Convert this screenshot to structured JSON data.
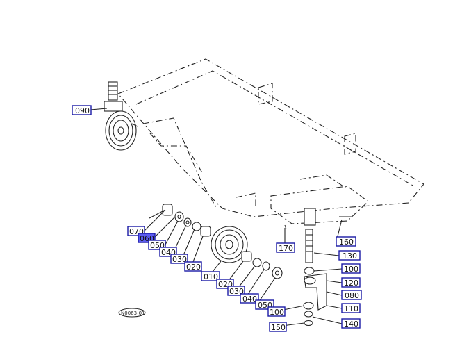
{
  "diagram": {
    "callouts": [
      {
        "id": "c090",
        "text": "090",
        "selected": false
      },
      {
        "id": "c070",
        "text": "070",
        "selected": false
      },
      {
        "id": "c060",
        "text": "060",
        "selected": true
      },
      {
        "id": "c050a",
        "text": "050",
        "selected": false
      },
      {
        "id": "c040a",
        "text": "040",
        "selected": false
      },
      {
        "id": "c030a",
        "text": "030",
        "selected": false
      },
      {
        "id": "c020a",
        "text": "020",
        "selected": false
      },
      {
        "id": "c010",
        "text": "010",
        "selected": false
      },
      {
        "id": "c020b",
        "text": "020",
        "selected": false
      },
      {
        "id": "c030b",
        "text": "030",
        "selected": false
      },
      {
        "id": "c040b",
        "text": "040",
        "selected": false
      },
      {
        "id": "c050b",
        "text": "050",
        "selected": false
      },
      {
        "id": "c100b",
        "text": "100",
        "selected": false
      },
      {
        "id": "c150",
        "text": "150",
        "selected": false
      },
      {
        "id": "c170",
        "text": "170",
        "selected": false
      },
      {
        "id": "c160",
        "text": "160",
        "selected": false
      },
      {
        "id": "c130",
        "text": "130",
        "selected": false
      },
      {
        "id": "c100a",
        "text": "100",
        "selected": false
      },
      {
        "id": "c120",
        "text": "120",
        "selected": false
      },
      {
        "id": "c080",
        "text": "080",
        "selected": false
      },
      {
        "id": "c110",
        "text": "110",
        "selected": false
      },
      {
        "id": "c140",
        "text": "140",
        "selected": false
      }
    ],
    "stamp": "N0063-01"
  }
}
